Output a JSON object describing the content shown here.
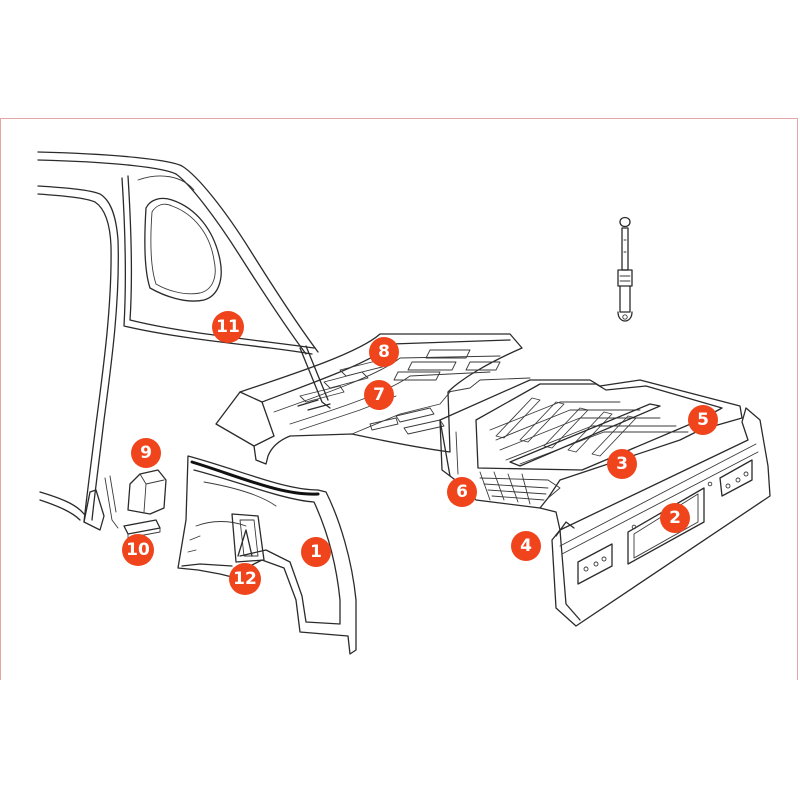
{
  "diagram": {
    "badge_color": "#f0441c",
    "badge_text_color": "#ffffff",
    "parts": [
      {
        "id": "part-1",
        "label": "1"
      },
      {
        "id": "part-2",
        "label": "2"
      },
      {
        "id": "part-3",
        "label": "3"
      },
      {
        "id": "part-4",
        "label": "4"
      },
      {
        "id": "part-5",
        "label": "5"
      },
      {
        "id": "part-6",
        "label": "6"
      },
      {
        "id": "part-7",
        "label": "7"
      },
      {
        "id": "part-8",
        "label": "8"
      },
      {
        "id": "part-9",
        "label": "9"
      },
      {
        "id": "part-10",
        "label": "10"
      },
      {
        "id": "part-11",
        "label": "11"
      },
      {
        "id": "part-12",
        "label": "12"
      }
    ]
  }
}
